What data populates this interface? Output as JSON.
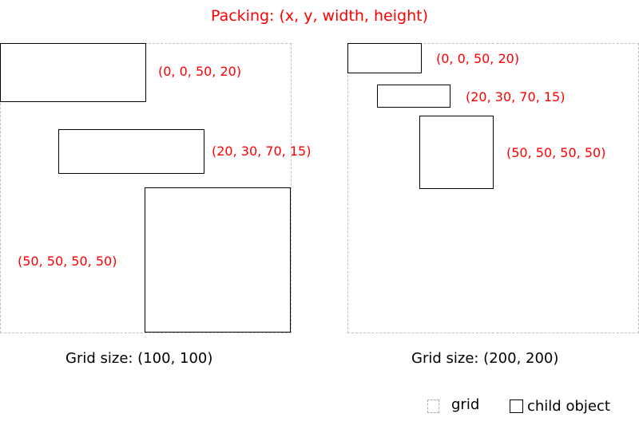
{
  "title": "Packing: (x, y, width, height)",
  "colors": {
    "label": "#ff0000",
    "grid_border": "#c0c0c0",
    "child_border": "#000000"
  },
  "panels": [
    {
      "caption": "Grid size: (100, 100)",
      "children": [
        {
          "label": "(0, 0, 50, 20)"
        },
        {
          "label": "(20, 30, 70, 15)"
        },
        {
          "label": "(50, 50, 50, 50)"
        }
      ]
    },
    {
      "caption": "Grid size: (200, 200)",
      "children": [
        {
          "label": "(0, 0, 50, 20)"
        },
        {
          "label": "(20, 30, 70, 15)"
        },
        {
          "label": "(50, 50, 50, 50)"
        }
      ]
    }
  ],
  "legend": {
    "grid": "grid",
    "child": "child object"
  }
}
